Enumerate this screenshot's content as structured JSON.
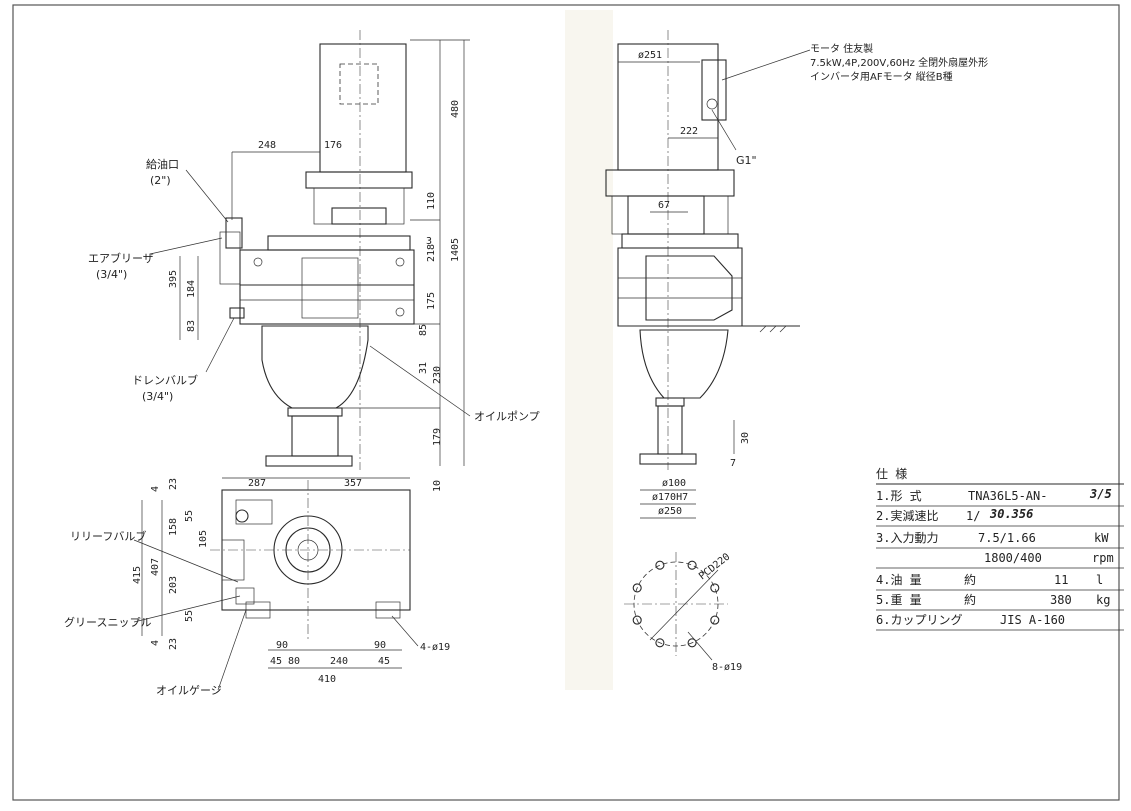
{
  "motor_note": {
    "line1": "モータ 住友製",
    "line2": "7.5kW,4P,200V,60Hz 全閉外扇屋外形",
    "line3": "インバータ用AFモータ 縦径B種"
  },
  "labels": {
    "oil_inlet": "給油口",
    "oil_inlet_size": "(2\")",
    "air_breather": "エアブリーザ",
    "air_breather_size": "(3/4\")",
    "drain_valve": "ドレンバルブ",
    "drain_valve_size": "(3/4\")",
    "oil_pump": "オイルポンプ",
    "relief_valve": "リリーフバルブ",
    "grease_nipple": "グリースニップル",
    "oil_gauge": "オイルゲージ",
    "g1": "G1\""
  },
  "front_dims": {
    "d480": "480",
    "d248": "248",
    "d176": "176",
    "d110": "110",
    "d3": "3",
    "d218": "218",
    "d1405": "1405",
    "d395": "395",
    "d184": "184",
    "d83": "83",
    "d175": "175",
    "d85": "85",
    "d31": "31",
    "d230": "230",
    "d179": "179",
    "d10": "10"
  },
  "side_dims": {
    "d251": "ø251",
    "d222": "222",
    "d67": "67",
    "d30": "30",
    "d7": "7",
    "d100": "ø100",
    "d170": "ø170H7",
    "d250": "ø250"
  },
  "plan_dims": {
    "d4a": "4",
    "d23a": "23",
    "d55a": "55",
    "d158": "158",
    "d105": "105",
    "d415": "415",
    "d407": "407",
    "d203": "203",
    "d55b": "55",
    "d23b": "23",
    "d4b": "4",
    "d287": "287",
    "d357": "357",
    "d90a": "90",
    "d45a": "45",
    "d80": "80",
    "d240": "240",
    "d90b": "90",
    "d45b": "45",
    "d410": "410",
    "holes": "4-ø19"
  },
  "flange": {
    "pcd": "PCD220",
    "holes": "8-ø19"
  },
  "spec_table": {
    "header": "仕 様",
    "rows": [
      {
        "label": "1.形 式",
        "value": "TNA36L5-AN-",
        "hand": "3/5"
      },
      {
        "label": "2.実減速比",
        "value": "1/",
        "hand": "30.356"
      },
      {
        "label": "3.入力動力",
        "value": "7.5/1.66",
        "unit": "kW"
      },
      {
        "label": "",
        "value": "1800/400",
        "unit": "rpm"
      },
      {
        "label": "4.油 量",
        "value": "約",
        "amount": "11",
        "unit": "l"
      },
      {
        "label": "5.重 量",
        "value": "約",
        "amount": "380",
        "unit": "kg"
      },
      {
        "label": "6.カップリング",
        "value": "JIS A-160"
      }
    ]
  }
}
